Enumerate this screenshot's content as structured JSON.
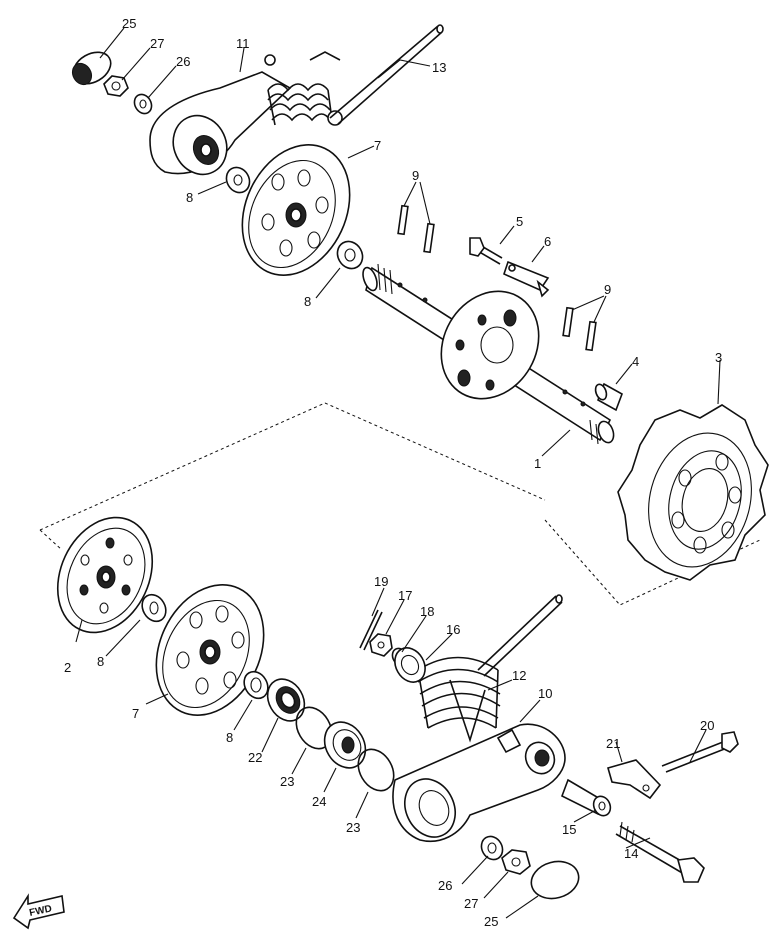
{
  "callouts": {
    "c1": "1",
    "c2": "2",
    "c3": "3",
    "c4": "4",
    "c5": "5",
    "c6": "6",
    "c7a": "7",
    "c7b": "7",
    "c8a": "8",
    "c8b": "8",
    "c8c": "8",
    "c8d": "8",
    "c9a": "9",
    "c9b": "9",
    "c10": "10",
    "c11": "11",
    "c12": "12",
    "c13": "13",
    "c14": "14",
    "c15": "15",
    "c16": "16",
    "c17": "17",
    "c18": "18",
    "c19": "19",
    "c20": "20",
    "c21": "21",
    "c22": "22",
    "c23a": "23",
    "c23b": "23",
    "c24": "24",
    "c25a": "25",
    "c25b": "25",
    "c26a": "26",
    "c26b": "26",
    "c27a": "27",
    "c27b": "27"
  },
  "direction_marker": "FWD"
}
